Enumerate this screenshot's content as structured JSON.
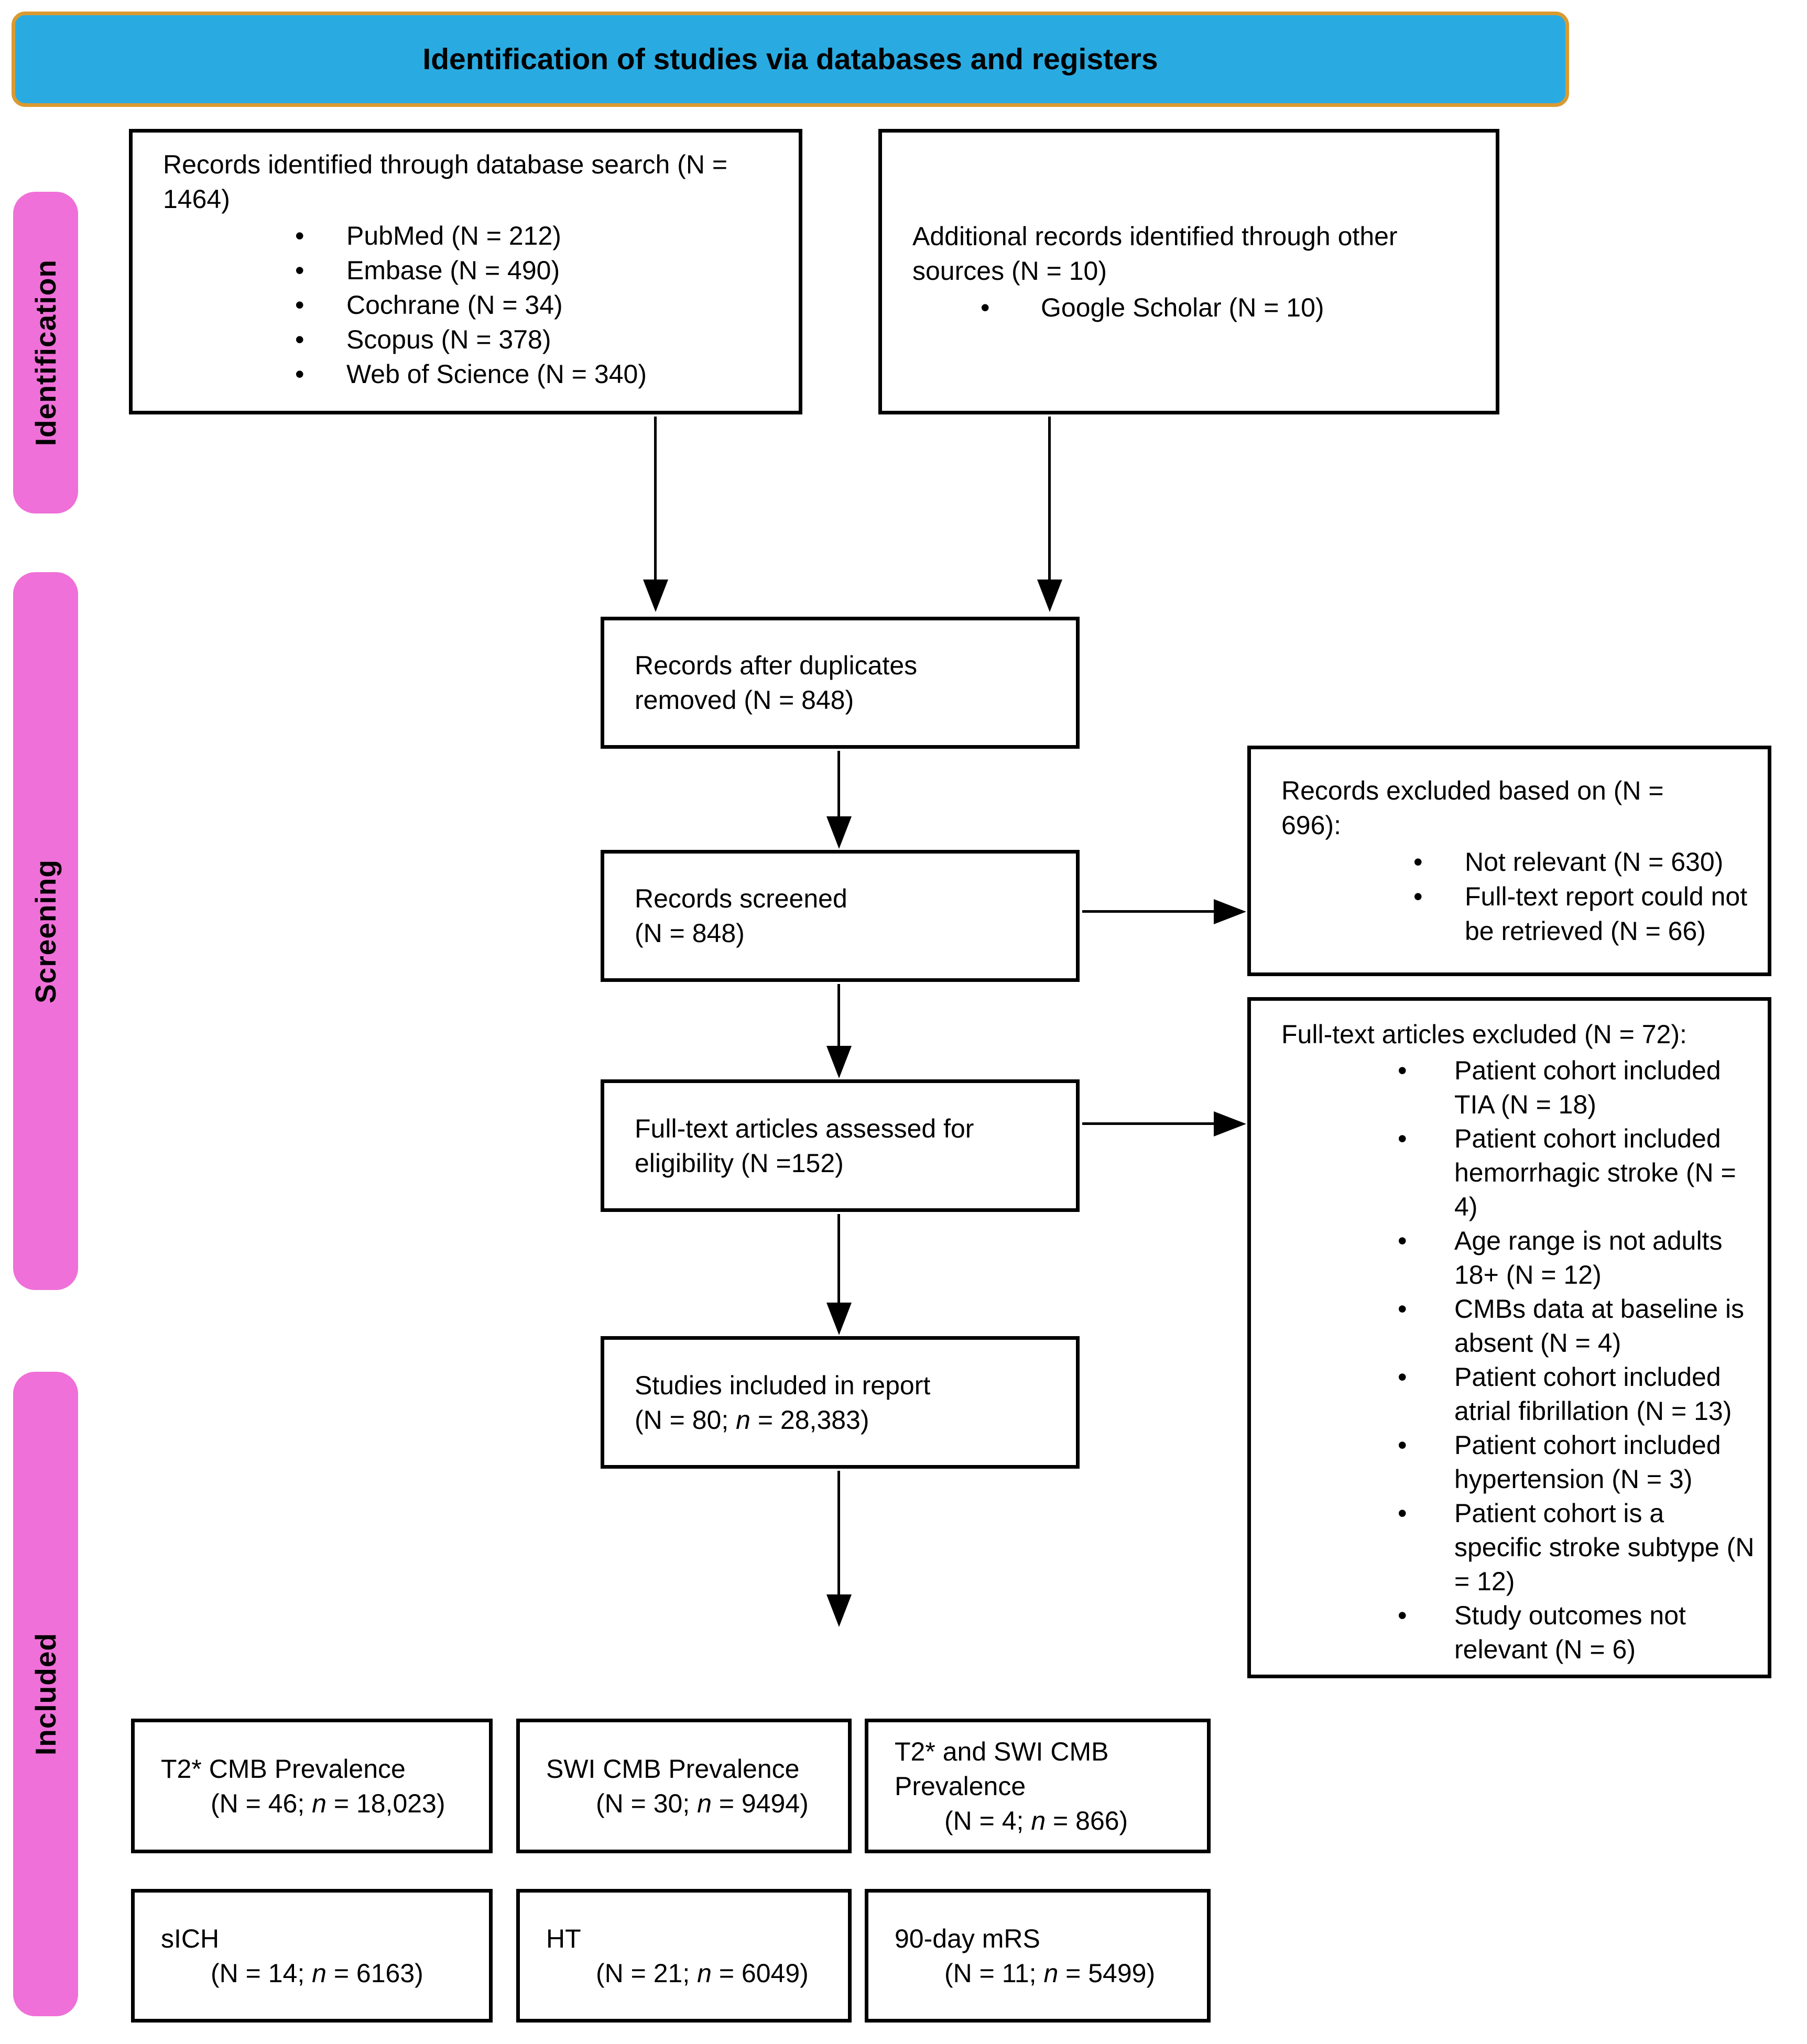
{
  "header": {
    "title": "Identification of studies via databases and registers"
  },
  "stages": {
    "identification": "Identification",
    "screening": "Screening",
    "included": "Included"
  },
  "colors": {
    "header_bg": "#29ABE2",
    "header_border": "#DA9A30",
    "stage_pink": "#EF70D8",
    "box_border": "#000000"
  },
  "boxes": {
    "db_search": {
      "lines": [
        "Records identified through database search (N =",
        "1464)"
      ],
      "bullets": [
        "PubMed (N = 212)",
        "Embase (N = 490)",
        "Cochrane (N = 34)",
        "Scopus (N = 378)",
        "Web of Science (N = 340)"
      ]
    },
    "other_sources": {
      "lines": [
        "Additional records identified through other",
        "sources (N = 10)"
      ],
      "bullets": [
        "Google Scholar (N = 10)"
      ]
    },
    "duplicates_removed": {
      "lines": [
        "Records after duplicates",
        "removed (N = 848)"
      ]
    },
    "records_screened": {
      "lines": [
        "Records screened",
        "(N = 848)"
      ]
    },
    "records_excluded": {
      "lines": [
        "Records excluded based on (N =",
        "696):"
      ],
      "bullets": [
        "Not relevant (N = 630)",
        "Full-text report could not be retrieved (N = 66)"
      ]
    },
    "fulltext_assessed": {
      "lines": [
        "Full-text articles assessed for",
        "eligibility (N =152)"
      ]
    },
    "fulltext_excluded": {
      "title": "Full-text articles excluded (N = 72):",
      "bullets": [
        "Patient cohort included TIA (N = 18)",
        "Patient cohort included hemorrhagic stroke (N = 4)",
        "Age range is not adults 18+ (N = 12)",
        "CMBs data at baseline is absent (N = 4)",
        "Patient cohort included atrial fibrillation (N = 13)",
        "Patient cohort included hypertension (N = 3)",
        "Patient cohort is a specific stroke subtype (N = 12)",
        "Study outcomes not relevant (N = 6)"
      ]
    },
    "studies_included": {
      "lines": [
        "Studies included in report",
        "(N = 80; n = 28,383)"
      ]
    },
    "outcomes_row1": [
      {
        "label_lines": [
          "T2* CMB Prevalence"
        ],
        "value": "(N = 46; n = 18,023)"
      },
      {
        "label_lines": [
          "SWI CMB Prevalence"
        ],
        "value": "(N = 30; n = 9494)"
      },
      {
        "label_lines": [
          "T2* and SWI CMB",
          "Prevalence"
        ],
        "value": "(N = 4; n = 866)"
      }
    ],
    "outcomes_row2": [
      {
        "label_lines": [
          "sICH"
        ],
        "value": "(N = 14; n = 6163)"
      },
      {
        "label_lines": [
          "HT"
        ],
        "value": "(N = 21; n = 6049)"
      },
      {
        "label_lines": [
          "90-day mRS"
        ],
        "value": "(N = 11; n = 5499)"
      }
    ]
  }
}
